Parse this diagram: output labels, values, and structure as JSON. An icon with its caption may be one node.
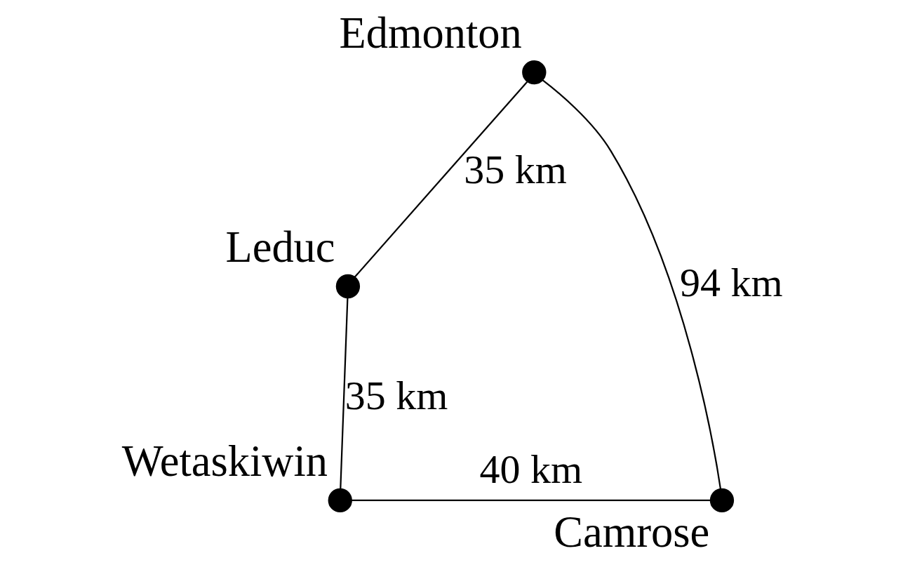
{
  "diagram": {
    "nodes": [
      {
        "text": [],
        "shape": "circle",
        "beside": [
          "Edmonton"
        ]
      },
      {
        "text": [],
        "shape": "circle",
        "beside": [
          "Leduc"
        ]
      },
      {
        "text": [],
        "shape": "circle",
        "beside": [
          "Camrose"
        ]
      },
      {
        "text": [],
        "shape": "circle",
        "beside": [
          "Wetaskiwin"
        ]
      }
    ],
    "edges": [
      {
        "from": 0,
        "to": 1,
        "arrow": "none",
        "label": "35 km"
      },
      {
        "from": 0,
        "to": 2,
        "arrow": "none",
        "label": "94 km"
      },
      {
        "from": 1,
        "to": 3,
        "arrow": "none",
        "label": "35 km"
      },
      {
        "from": 3,
        "to": 2,
        "arrow": "none",
        "label": "40 km"
      }
    ]
  }
}
